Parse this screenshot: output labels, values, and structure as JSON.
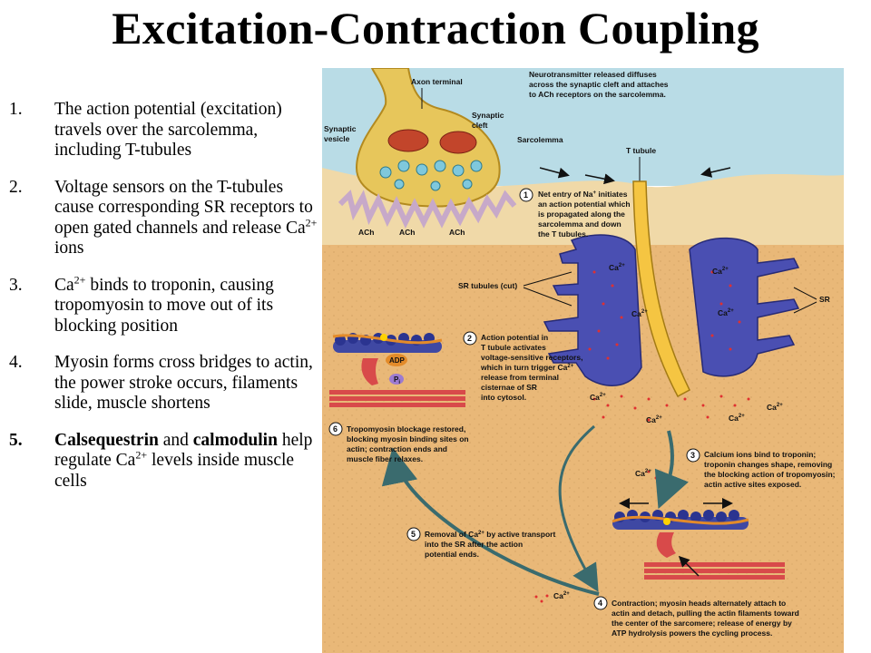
{
  "title": "Excitation-Contraction Coupling",
  "steps": [
    {
      "num": "1.",
      "text": "The action potential (excitation) travels over the sarcolemma, including T-tubules"
    },
    {
      "num": "2.",
      "pre": "Voltage sensors on the T-tubules cause corresponding SR receptors to open gated channels and release Ca",
      "sup": "2+",
      "post": " ions"
    },
    {
      "num": "3.",
      "pre": "Ca",
      "sup": "2+",
      "post": " binds to troponin, causing tropomyosin to move out of its blocking position"
    },
    {
      "num": "4.",
      "text": "Myosin forms cross bridges to actin, the power stroke occurs, filaments slide, muscle shortens"
    },
    {
      "num": "5.",
      "b1": "Calsequestrin",
      "mid": " and ",
      "b2": "calmodulin",
      "mid2": " help regulate Ca",
      "sup": "2+",
      "post": " levels inside muscle cells"
    }
  ],
  "figure": {
    "labels": {
      "axon_terminal": "Axon terminal",
      "neurotransmitter": [
        "Neurotransmitter released diffuses",
        "across the synaptic cleft and attaches",
        "to ACh receptors on the sarcolemma."
      ],
      "synaptic_vesicle": [
        "Synaptic",
        "vesicle"
      ],
      "synaptic_cleft": [
        "Synaptic",
        "cleft"
      ],
      "sarcolemma": "Sarcolemma",
      "t_tubule": "T tubule",
      "ach": "ACh",
      "sr_tubules": "SR tubules (cut)",
      "sr": "SR",
      "adp": "ADP",
      "pi": "P",
      "pi_sub": "i",
      "ca": "Ca",
      "ca_sup": "2+",
      "na_sup": "+"
    },
    "callouts": {
      "c1_num": "1",
      "c1": [
        "Net entry of Na",
        "an action potential which",
        "is propagated along the",
        "sarcolemma and down",
        "the T tubules."
      ],
      "c1_after": " initiates",
      "c2_num": "2",
      "c2": [
        "Action potential in",
        "T tubule activates",
        "voltage-sensitive receptors,",
        "which in turn trigger Ca",
        "release from terminal",
        "cisternae of SR",
        "into cytosol."
      ],
      "c3_num": "3",
      "c3": [
        "Calcium ions bind to troponin;",
        "troponin changes shape, removing",
        "the blocking action of tropomyosin;",
        "actin active sites exposed."
      ],
      "c4_num": "4",
      "c4": [
        "Contraction; myosin heads alternately attach to",
        "actin and detach, pulling the actin filaments toward",
        "the center of the sarcomere; release of energy by",
        "ATP hydrolysis powers the cycling process."
      ],
      "c5_num": "5",
      "c5": [
        "Removal of Ca",
        "into the SR after the action",
        "potential ends."
      ],
      "c5_after": " by active transport",
      "c6_num": "6",
      "c6": [
        "Tropomyosin blockage restored,",
        "blocking myosin binding sites on",
        "actin; contraction ends and",
        "muscle fiber relaxes."
      ]
    },
    "colors": {
      "cleft_bg": "#b9dce6",
      "cytosol": "#e9b878",
      "sarcolemma_top": "#f0d9a8",
      "sr_blue": "#4a4fb2",
      "t_tubule": "#f5c542",
      "ca_dot": "#e03030",
      "arrow": "#3a6b6e"
    }
  }
}
